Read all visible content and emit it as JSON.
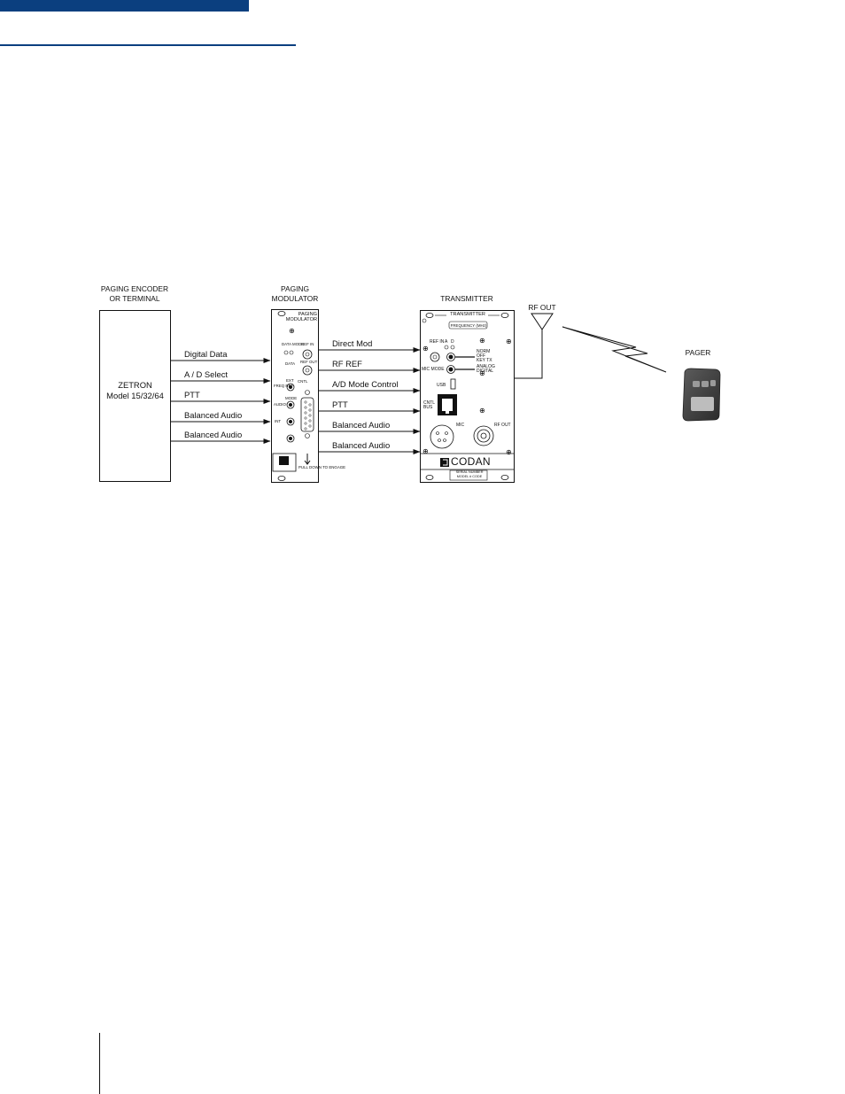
{
  "header": {
    "bar_color": "#0b3f7f"
  },
  "diagram": {
    "encoder": {
      "caption_line1": "PAGING ENCODER",
      "caption_line2": "OR TERMINAL",
      "name": "ZETRON",
      "model": "Model 15/32/64"
    },
    "modulator": {
      "caption_line1": "PAGING",
      "caption_line2": "MODULATOR",
      "panel_title_line1": "PAGING",
      "panel_title_line2": "MODULATOR",
      "labels": {
        "data_mode": "DATA MODE",
        "ref_in": "REF IN",
        "data": "DATA",
        "ref_out": "REF OUT",
        "freq_ref": "FREQ REF",
        "ext": "EXT",
        "int": "INT",
        "audio": "AUDIO",
        "mode": "MODE",
        "cntl_link": "CNTL",
        "push_down": "PULL DOWN TO ENGAGE"
      }
    },
    "transmitter": {
      "caption": "TRANSMITTER",
      "panel_title": "TRANSMITTER",
      "frequency_label": "FREQUENCY (MHz)",
      "ref_in": "REF IN",
      "led_a": "A",
      "led_d": "D",
      "switch1_line1": "NORM",
      "switch1_line2": "OFF",
      "switch1_line3": "KEY TX",
      "mic_mode": "MIC MODE",
      "switch2_line1": "ANALOG",
      "switch2_line2": "DIGITAL",
      "usb": "USB",
      "cntl_bus_line1": "CNTL",
      "cntl_bus_line2": "BUS",
      "mic": "MIC",
      "rf_out_port": "RF OUT",
      "brand": "CODAN",
      "model_line1": "SERIAL NUMBER",
      "model_line2": "MODEL # CODE"
    },
    "antenna_label": "RF OUT",
    "pager_label": "PAGER",
    "encoder_to_modulator": [
      "Digital Data",
      "A / D Select",
      "PTT",
      "Balanced Audio",
      "Balanced Audio"
    ],
    "modulator_to_transmitter": [
      "Direct Mod",
      "RF REF",
      "A/D Mode Control",
      "PTT",
      "Balanced Audio",
      "Balanced Audio"
    ]
  }
}
